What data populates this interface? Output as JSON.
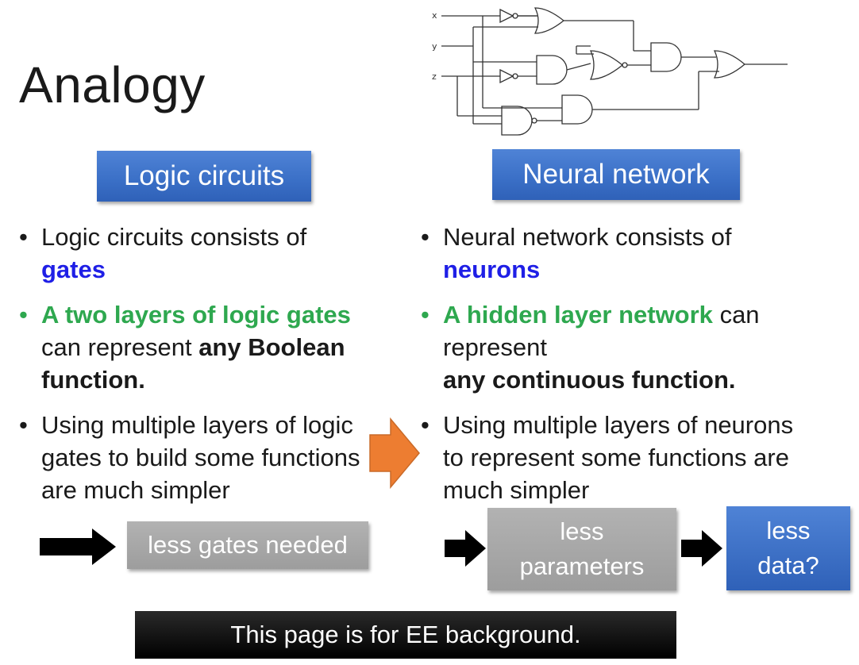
{
  "slide": {
    "title": "Analogy",
    "note": "This page is for EE background."
  },
  "circuit": {
    "inputs": [
      "x",
      "y",
      "z"
    ]
  },
  "left": {
    "heading": "Logic circuits",
    "bullet1": {
      "text": "Logic circuits consists of",
      "highlight": "gates"
    },
    "bullet2": {
      "green": "A two layers of logic gates",
      "text": "can represent",
      "bold": "any Boolean function."
    },
    "bullet3": {
      "text": "Using multiple layers of logic gates to build some functions are much simpler"
    },
    "result": "less gates needed"
  },
  "right": {
    "heading": "Neural network",
    "bullet1": {
      "text": "Neural network consists of",
      "highlight": "neurons"
    },
    "bullet2": {
      "green": "A hidden layer network",
      "text": "can represent",
      "bold": "any continuous function."
    },
    "bullet3": {
      "text": "Using multiple layers of neurons to represent some functions are much simpler"
    },
    "result1": "less parameters",
    "result2": "less data?"
  },
  "colors": {
    "accent_blue": "#3a6fc6",
    "highlight_blue": "#1f1fe6",
    "green": "#2ea84f",
    "orange_arrow": "#ed7d31",
    "gray_box": "#a6a6a6"
  }
}
